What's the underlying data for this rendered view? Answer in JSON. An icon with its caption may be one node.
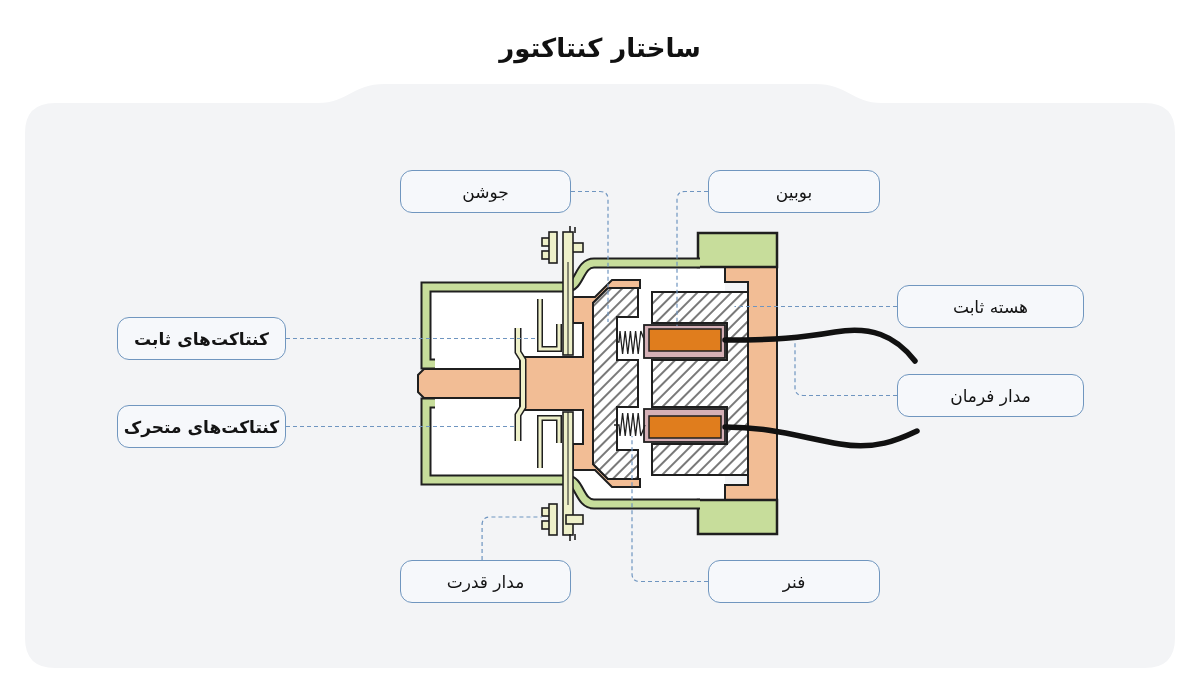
{
  "diagram": {
    "title": "ساختار کنتاکتور",
    "nodes": [
      {
        "text": [
          "جوشن"
        ]
      },
      {
        "text": [
          "بوبین"
        ]
      },
      {
        "text": [
          "هسته ثابت"
        ]
      },
      {
        "text": [
          "کنتاکت‌های ثابت"
        ]
      },
      {
        "text": [
          "مدار فرمان"
        ]
      },
      {
        "text": [
          "کنتاکت‌های متحرک"
        ]
      },
      {
        "text": [
          "مدار قدرت"
        ]
      },
      {
        "text": [
          "فنر"
        ]
      },
      {
        "text": [],
        "shape": "picture"
      },
      {
        "text": [],
        "shape": "picture"
      },
      {
        "text": [],
        "shape": "picture"
      },
      {
        "text": [],
        "shape": "picture"
      },
      {
        "text": [],
        "shape": "picture"
      },
      {
        "text": [],
        "shape": "picture"
      },
      {
        "text": [],
        "shape": "picture"
      },
      {
        "text": [],
        "shape": "picture"
      }
    ],
    "edges": [
      {
        "from": 0,
        "to": 8,
        "arrow": "none",
        "style": "dashed"
      },
      {
        "from": 1,
        "to": 9,
        "arrow": "none",
        "style": "dashed"
      },
      {
        "from": 2,
        "to": 10,
        "arrow": "none",
        "style": "dashed"
      },
      {
        "from": 3,
        "to": 11,
        "arrow": "none",
        "style": "dashed"
      },
      {
        "from": 4,
        "to": 12,
        "arrow": "none",
        "style": "dashed"
      },
      {
        "from": 5,
        "to": 13,
        "arrow": "none",
        "style": "dashed"
      },
      {
        "from": 6,
        "to": 14,
        "arrow": "none",
        "style": "dashed"
      },
      {
        "from": 7,
        "to": 15,
        "arrow": "none",
        "style": "dashed"
      }
    ]
  }
}
